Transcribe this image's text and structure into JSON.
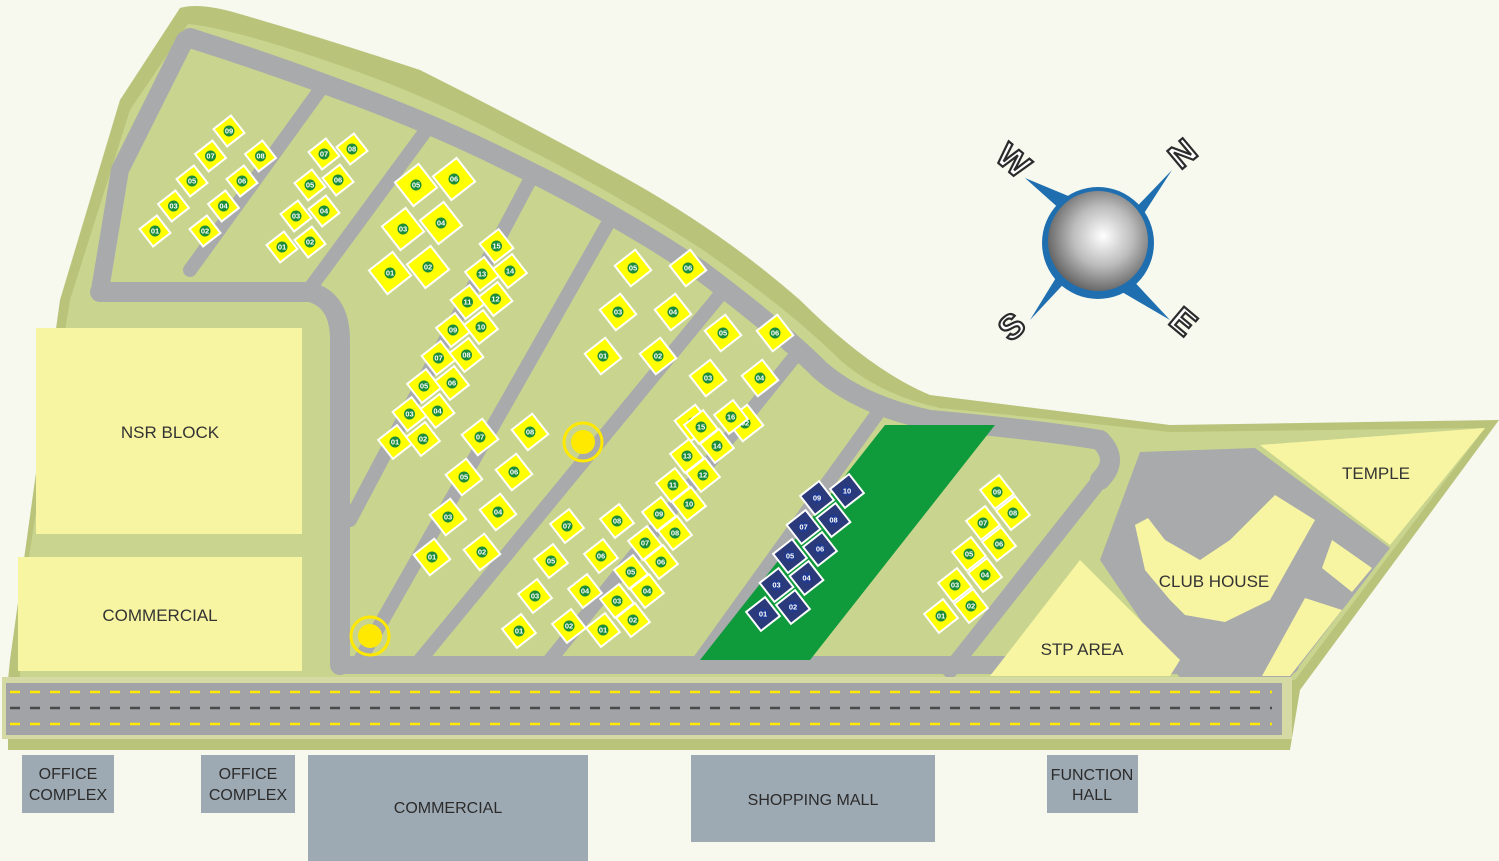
{
  "map": {
    "areas": {
      "nsr_block": "NSR BLOCK",
      "commercial_left": "COMMERCIAL",
      "temple": "TEMPLE",
      "club_house": "CLUB HOUSE",
      "stp_area": "STP AREA"
    },
    "frontage": {
      "office_complex_1": [
        "OFFICE",
        "COMPLEX"
      ],
      "office_complex_2": [
        "OFFICE",
        "COMPLEX"
      ],
      "commercial": "COMMERCIAL",
      "shopping_mall": "SHOPPING MALL",
      "function_hall": [
        "FUNCTION",
        "HALL"
      ]
    },
    "compass": {
      "north": "N",
      "south": "S",
      "east": "E",
      "west": "W"
    },
    "colors": {
      "background": "#f7f8ee",
      "outer_border": "#b9c47a",
      "land": "#c9d58e",
      "road": "#a9aaac",
      "plot_yellow": "#ffff00",
      "plot_navy": "#2b3a7a",
      "green_zone": "#0f9a3c",
      "amenity_yellow": "#f8f5a2",
      "frontage_grey": "#9eaab3",
      "plot_number_badge": "#1a8c3a"
    },
    "icons": [
      "compass-rose-icon",
      "roundabout-icon"
    ],
    "plot_rows": [
      {
        "name": "row-1",
        "plots": [
          "01",
          "02",
          "03",
          "04",
          "05",
          "06",
          "07",
          "08",
          "09"
        ]
      },
      {
        "name": "row-2",
        "plots": [
          "01",
          "02",
          "03",
          "04",
          "05",
          "06",
          "07",
          "08"
        ]
      },
      {
        "name": "row-3",
        "plots": [
          "01",
          "02",
          "03",
          "04",
          "05",
          "06"
        ]
      },
      {
        "name": "row-4",
        "plots": [
          "01",
          "02",
          "03",
          "04",
          "05",
          "06",
          "07",
          "08",
          "09",
          "10",
          "11",
          "12",
          "13",
          "14",
          "15"
        ]
      },
      {
        "name": "row-4b",
        "plots": [
          "01",
          "02",
          "03",
          "04",
          "05",
          "06",
          "07",
          "08"
        ]
      },
      {
        "name": "row-5a",
        "plots": [
          "01",
          "02",
          "03",
          "04",
          "05",
          "06"
        ]
      },
      {
        "name": "row-5b",
        "plots": [
          "01",
          "02",
          "03",
          "04",
          "05",
          "06",
          "07",
          "08"
        ]
      },
      {
        "name": "row-6",
        "plots": [
          "01",
          "02",
          "03",
          "04",
          "05",
          "06"
        ]
      },
      {
        "name": "row-7",
        "plots": [
          "01",
          "02",
          "03",
          "04",
          "05",
          "06",
          "07",
          "08",
          "09",
          "10",
          "11",
          "12",
          "13",
          "14",
          "15",
          "16"
        ]
      },
      {
        "name": "row-8-navy",
        "plots": [
          "01",
          "02",
          "03",
          "04",
          "05",
          "06",
          "07",
          "08",
          "09",
          "10"
        ]
      },
      {
        "name": "row-9",
        "plots": [
          "01",
          "02",
          "03",
          "04",
          "05",
          "06",
          "07",
          "08",
          "09"
        ]
      }
    ]
  }
}
